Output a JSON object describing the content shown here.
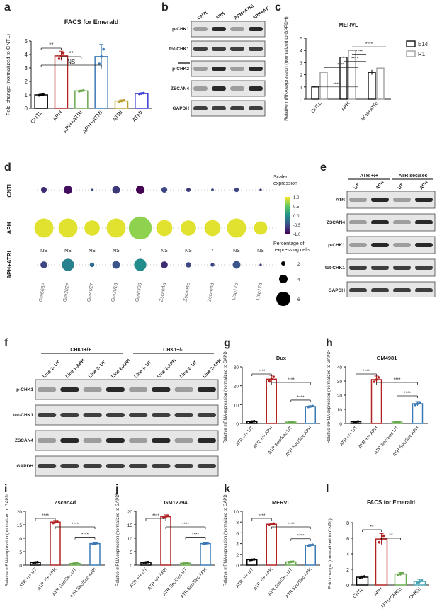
{
  "panels": {
    "a": "a",
    "b": "b",
    "c": "c",
    "d": "d",
    "e": "e",
    "f": "f",
    "g": "g",
    "h": "h",
    "i": "i",
    "j": "j",
    "k": "k",
    "l": "l"
  },
  "chart_data": [
    {
      "id": "a",
      "type": "bar",
      "title": "FACS for Emerald",
      "ylabel": "Fold change (normalized to CNTL)",
      "categories": [
        "CNTL",
        "APH",
        "APH+ATRi",
        "APH+ATMi",
        "ATRi",
        "ATMi"
      ],
      "values": [
        1.0,
        3.9,
        1.3,
        3.85,
        0.55,
        1.1
      ],
      "errors": [
        0.05,
        0.35,
        0.05,
        0.9,
        0.08,
        0.05
      ],
      "colors": [
        "#000000",
        "#b22222",
        "#6aa84f",
        "#3d7ab5",
        "#b8a030",
        "#3b3bd6"
      ],
      "ylim": [
        0,
        5
      ],
      "yticks": [
        0,
        1,
        2,
        3,
        4,
        5
      ],
      "sig": [
        {
          "from": 0,
          "to": 1,
          "label": "**"
        },
        {
          "from": 1,
          "to": 2,
          "label": "**"
        },
        {
          "from": 0,
          "to": 3,
          "label": "NS"
        }
      ]
    },
    {
      "id": "c",
      "type": "bar",
      "title": "MERVL",
      "ylabel": "Relative mRNA expression (normalized to GAPDH)",
      "categories": [
        "CNTL",
        "APH",
        "APH+ATRi"
      ],
      "series": [
        {
          "name": "E14",
          "values": [
            1.0,
            3.45,
            2.2
          ],
          "errors": [
            0.03,
            0.05,
            0.2
          ]
        },
        {
          "name": "R1",
          "values": [
            2.2,
            4.0,
            2.55
          ],
          "errors": [
            0.03,
            0.04,
            0.04
          ]
        }
      ],
      "ylim": [
        0,
        5
      ],
      "yticks": [
        0,
        1,
        2,
        3,
        4,
        5
      ],
      "sig_labels": [
        "****",
        "****",
        "****",
        "****",
        "****"
      ]
    },
    {
      "id": "d",
      "type": "scatter",
      "rows": [
        "CNTL",
        "APH",
        "APH+ATRi"
      ],
      "genes": [
        "Gm5662",
        "Gm2022",
        "Gm4027",
        "Gm2016",
        "Gm8300",
        "Zscan4a",
        "Zscan4c",
        "Zscan4d",
        "Usp17b",
        "Usp17d"
      ],
      "sizes": [
        [
          1.5,
          2.2,
          0.6,
          2.0,
          2.2,
          1.5,
          1.1,
          0.7,
          1.2,
          0.6
        ],
        [
          5.0,
          5.0,
          4.0,
          5.0,
          6.0,
          4.2,
          4.0,
          4.2,
          5.0,
          3.5
        ],
        [
          1.8,
          3.2,
          1.2,
          2.0,
          3.2,
          1.8,
          1.4,
          1.0,
          2.0,
          0.6
        ]
      ],
      "expr": [
        [
          -0.8,
          -1.0,
          -0.6,
          -0.7,
          -1.1,
          -0.6,
          -0.7,
          -0.6,
          -0.6,
          -0.8
        ],
        [
          1.1,
          1.1,
          1.1,
          1.1,
          0.8,
          1.1,
          1.1,
          1.1,
          1.1,
          1.1
        ],
        [
          -0.6,
          -0.1,
          -0.3,
          -0.5,
          0.0,
          -0.8,
          -0.6,
          -0.6,
          -0.5,
          -0.7
        ]
      ],
      "annotations": [
        "NS",
        "NS",
        "NS",
        "NS",
        "*",
        "NS",
        "NS",
        "*",
        "NS",
        "NS"
      ],
      "colorbar_label": "Scaled expression",
      "colorbar_ticks": [
        "1.0",
        "0.5",
        "0.0",
        "-0.5",
        "-1.0"
      ],
      "size_legend_label": "Percentage of expressing cells",
      "size_legend": [
        "2",
        "4",
        "6"
      ]
    },
    {
      "id": "g",
      "type": "bar",
      "title": "Dux",
      "ylabel": "Relative mRNA expression (normalized to GAPDH)",
      "categories": [
        "ATR +/+ UT",
        "ATR +/+ APH",
        "ATR Sec/Sec UT",
        "ATR Sec/Sec APH"
      ],
      "values": [
        1.0,
        23.5,
        0.7,
        9.0
      ],
      "errors": [
        0.3,
        2.0,
        0.2,
        0.4
      ],
      "ylim": [
        0,
        30
      ],
      "yticks": [
        0,
        10,
        20,
        30
      ],
      "sig": [
        {
          "from": 0,
          "to": 1,
          "label": "****"
        },
        {
          "from": 1,
          "to": 3,
          "label": "****"
        },
        {
          "from": 2,
          "to": 3,
          "label": "****"
        }
      ]
    },
    {
      "id": "h",
      "type": "bar",
      "title": "GM4981",
      "ylabel": "Relative mRNA expression (normalized to GAPDH)",
      "categories": [
        "ATR +/+ UT",
        "ATR +/+ APH",
        "ATR Sec/Sec UT",
        "ATR Sec/Sec APH"
      ],
      "values": [
        1.2,
        31.0,
        1.0,
        14.0
      ],
      "errors": [
        0.4,
        2.5,
        0.3,
        1.5
      ],
      "ylim": [
        0,
        40
      ],
      "yticks": [
        0,
        10,
        20,
        30,
        40
      ],
      "sig": [
        {
          "from": 0,
          "to": 1,
          "label": "****"
        },
        {
          "from": 1,
          "to": 3,
          "label": "****"
        },
        {
          "from": 2,
          "to": 3,
          "label": "****"
        }
      ]
    },
    {
      "id": "i",
      "type": "bar",
      "title": "Zscan4d",
      "ylabel": "Relative mRNA expression (normalized to GAPDH)",
      "categories": [
        "ATR +/+ UT",
        "ATR +/+ APH",
        "ATR Sec/Sec UT",
        "ATR Sec/Sec APH"
      ],
      "values": [
        1.0,
        16.0,
        0.6,
        8.0
      ],
      "errors": [
        0.2,
        0.6,
        0.2,
        0.3
      ],
      "ylim": [
        0,
        20
      ],
      "yticks": [
        0,
        5,
        10,
        15,
        20
      ],
      "sig": [
        {
          "from": 0,
          "to": 1,
          "label": "****"
        },
        {
          "from": 1,
          "to": 3,
          "label": "****"
        },
        {
          "from": 2,
          "to": 3,
          "label": "****"
        }
      ]
    },
    {
      "id": "j",
      "type": "bar",
      "title": "GM12794",
      "ylabel": "Relative mRNA expression (normalized to GAPDH)",
      "categories": [
        "ATR +/+ UT",
        "ATR +/+ APH",
        "ATR Sec/Sec UT",
        "ATR Sec/Sec APH"
      ],
      "values": [
        1.0,
        18.0,
        0.7,
        8.0
      ],
      "errors": [
        0.2,
        0.7,
        0.2,
        0.3
      ],
      "ylim": [
        0,
        20
      ],
      "yticks": [
        0,
        5,
        10,
        15,
        20
      ],
      "sig": [
        {
          "from": 0,
          "to": 1,
          "label": "****"
        },
        {
          "from": 1,
          "to": 3,
          "label": "****"
        },
        {
          "from": 2,
          "to": 3,
          "label": "****"
        }
      ]
    },
    {
      "id": "k",
      "type": "bar",
      "title": "MERVL",
      "ylabel": "Relative mRNA expression (normalized to GAPDH)",
      "categories": [
        "ATR +/+ UT",
        "ATR +/+ APH",
        "ATR Sec/Sec UT",
        "ATR Sec/Sec APH"
      ],
      "values": [
        1.0,
        7.6,
        0.6,
        3.7
      ],
      "errors": [
        0.1,
        0.2,
        0.1,
        0.15
      ],
      "ylim": [
        0,
        10
      ],
      "yticks": [
        0,
        2,
        4,
        6,
        8,
        10
      ],
      "sig": [
        {
          "from": 0,
          "to": 1,
          "label": "****"
        },
        {
          "from": 1,
          "to": 3,
          "label": "****"
        },
        {
          "from": 2,
          "to": 3,
          "label": "****"
        }
      ]
    },
    {
      "id": "l",
      "type": "bar",
      "title": "FACS for Emerald",
      "ylabel": "Fold change (normalized to CNTL)",
      "categories": [
        "CNTL",
        "APH",
        "APH+CHK1i",
        "CHK1i"
      ],
      "values": [
        1.0,
        5.9,
        1.4,
        0.45
      ],
      "errors": [
        0.15,
        0.7,
        0.2,
        0.25
      ],
      "ylim": [
        0,
        8
      ],
      "yticks": [
        0,
        2,
        4,
        6,
        8
      ],
      "sig": [
        {
          "from": 0,
          "to": 1,
          "label": "**"
        },
        {
          "from": 1,
          "to": 2,
          "label": "**"
        }
      ]
    }
  ],
  "blot_b": {
    "columns": [
      "CNTL",
      "APH",
      "APH+ATRi",
      "APH+ATMi"
    ],
    "rows": [
      "p-CHK1",
      "tot-CHK1",
      "p-CHK2",
      "ZSCAN4",
      "GAPDH"
    ]
  },
  "blot_e": {
    "group1": "ATR +/+",
    "group2": "ATR sec/sec",
    "columns": [
      "UT",
      "APH",
      "UT",
      "APH"
    ],
    "rows": [
      "ATR",
      "ZSCAN4",
      "p-CHK1",
      "tot-CHK1",
      "GAPDH"
    ]
  },
  "blot_f": {
    "group1": "CHK1+/+",
    "group2": "CHK1+/-",
    "columns": [
      "Line 1- UT",
      "Line 1-APH",
      "Line 2- UT",
      "Line 2-APH",
      "Line 1- UT",
      "Line 1-APH",
      "Line 2- UT",
      "Line 2-APH"
    ],
    "rows": [
      "p-CHK1",
      "tot-CHK1",
      "ZSCAN4",
      "GAPDH"
    ]
  },
  "colors": {
    "ctl": "#000000",
    "wt_aph": "#b22222",
    "sec_ut": "#6aa84f",
    "sec_aph": "#3d7ab5"
  }
}
